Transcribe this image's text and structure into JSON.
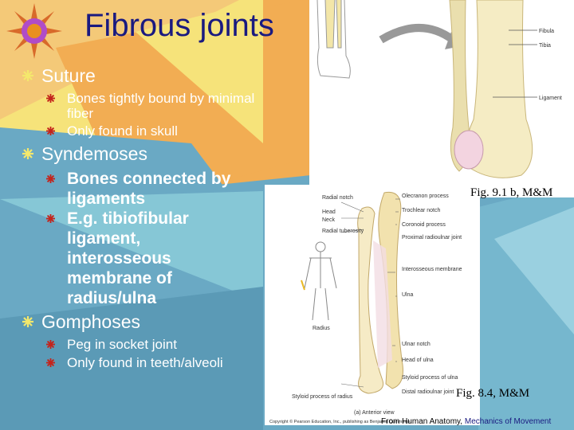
{
  "slide": {
    "title": "Fibrous joints",
    "items": [
      {
        "label": "Suture",
        "subitems": [
          "Bones tightly bound by minimal fiber",
          "Only found in skull"
        ]
      },
      {
        "label": "Syndemoses",
        "subitems": [
          "Bones connected by ligaments",
          "E.g. tibiofibular ligament, interosseous membrane of radius/ulna"
        ]
      },
      {
        "label": "Gomphoses",
        "subitems": [
          "Peg in socket joint",
          "Only found in teeth/alveoli"
        ]
      }
    ]
  },
  "figure_top": {
    "labels": {
      "fibula": "Fibula",
      "tibia": "Tibia",
      "ligament": "Ligament"
    },
    "caption": "Fig. 9.1 b, M&M"
  },
  "figure_bottom": {
    "labels": {
      "radial_notch": "Radial notch",
      "head": "Head",
      "neck": "Neck",
      "radial_tuberosity": "Radial tuberosity",
      "olecranon": "Olecranon process",
      "trochlear_notch": "Trochlear notch",
      "coronoid": "Coronoid process",
      "proximal_ru": "Proximal radioulnar joint",
      "interosseous": "Interosseous membrane",
      "ulna": "Ulna",
      "radius": "Radius",
      "ulnar_notch": "Ulnar notch",
      "head_ulna": "Head of ulna",
      "styloid_ulna": "Styloid process of ulna",
      "distal_ru": "Distal radioulnar joint",
      "styloid_radius": "Styloid process of radius",
      "anterior": "(a) Anterior view",
      "copyright": "Copyright © Pearson Education, Inc., publishing as Benjamin Cummings."
    },
    "caption": "Fig. 8.4, M&M"
  },
  "footer": {
    "part1": "From Human Anatomy,",
    "part2": "Mechanics of Movement"
  }
}
